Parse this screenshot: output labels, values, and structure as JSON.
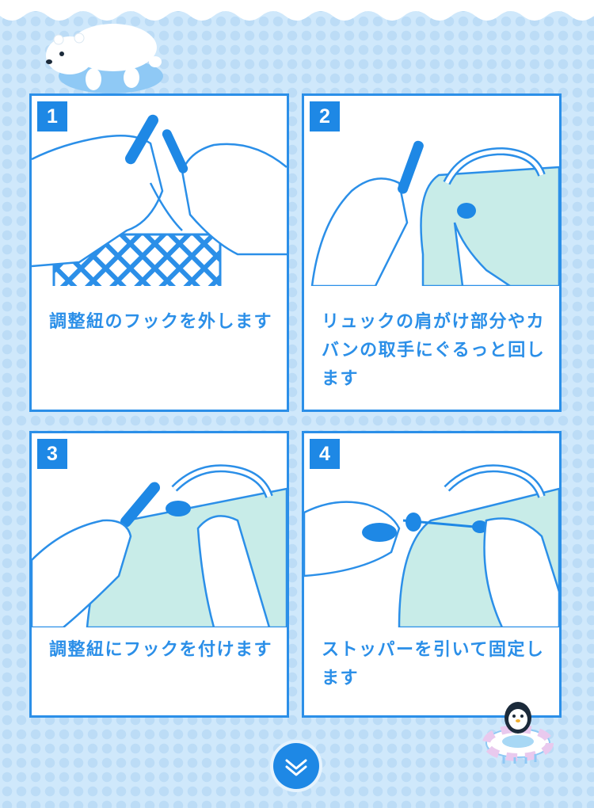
{
  "steps": [
    {
      "number": "1",
      "text": "調整紐のフックを外します"
    },
    {
      "number": "2",
      "text": "リュックの肩がけ部分やカバンの取手にぐるっと回します"
    },
    {
      "number": "3",
      "text": "調整紐にフックを付けます"
    },
    {
      "number": "4",
      "text": "ストッパーを引いて固定します"
    }
  ],
  "icons": {
    "bear": "polar-bear-icon",
    "penguin": "penguin-float-ring-icon",
    "scroll": "chevron-down-icon"
  },
  "colors": {
    "accent": "#1e88e5",
    "line": "#2b8fe8",
    "background": "#cfe8fb",
    "fabric": "#c8ece8"
  }
}
